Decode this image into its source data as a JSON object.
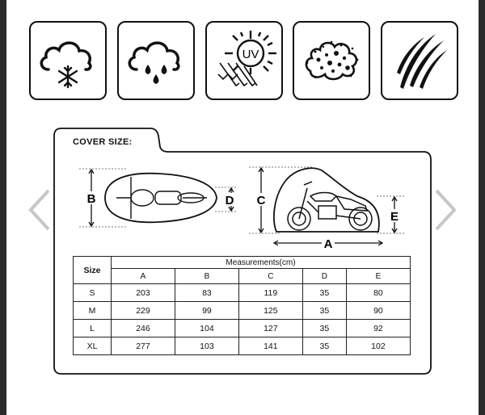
{
  "icons": [
    {
      "name": "snow-cloud-icon"
    },
    {
      "name": "rain-cloud-icon"
    },
    {
      "name": "uv-sun-icon"
    },
    {
      "name": "dust-icon"
    },
    {
      "name": "scratch-claw-icon"
    }
  ],
  "nav": {
    "prev_icon": "chevron-left-icon",
    "next_icon": "chevron-right-icon"
  },
  "cover": {
    "title": "COVER SIZE:",
    "top_view": {
      "label_b": "B",
      "label_d": "D"
    },
    "side_view": {
      "label_c": "C",
      "label_e": "E",
      "label_a": "A"
    },
    "uv_text": "UV"
  },
  "table": {
    "size_header": "Size",
    "measurements_header": "Measurements(cm)",
    "columns": [
      "A",
      "B",
      "C",
      "D",
      "E"
    ],
    "rows": [
      {
        "size": "S",
        "values": [
          "203",
          "83",
          "119",
          "35",
          "80"
        ]
      },
      {
        "size": "M",
        "values": [
          "229",
          "99",
          "125",
          "35",
          "90"
        ]
      },
      {
        "size": "L",
        "values": [
          "246",
          "104",
          "127",
          "35",
          "92"
        ]
      },
      {
        "size": "XL",
        "values": [
          "277",
          "103",
          "141",
          "35",
          "102"
        ]
      }
    ]
  }
}
